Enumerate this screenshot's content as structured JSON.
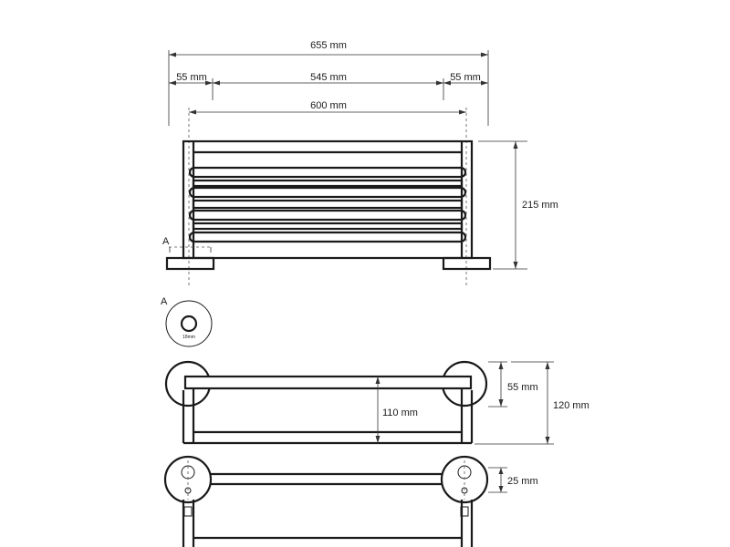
{
  "dimensions": {
    "overall_width": "655 mm",
    "side_left": "55 mm",
    "middle_width": "545 mm",
    "side_right": "55 mm",
    "rail_width": "600 mm",
    "height": "215 mm",
    "top_depth_inner": "55 mm",
    "top_depth_total": "120 mm",
    "top_depth_rail": "110 mm",
    "bottom_offset": "25 mm"
  },
  "detail": {
    "marker_label": "A",
    "detail_title": "A",
    "hole_size": "18mm"
  }
}
